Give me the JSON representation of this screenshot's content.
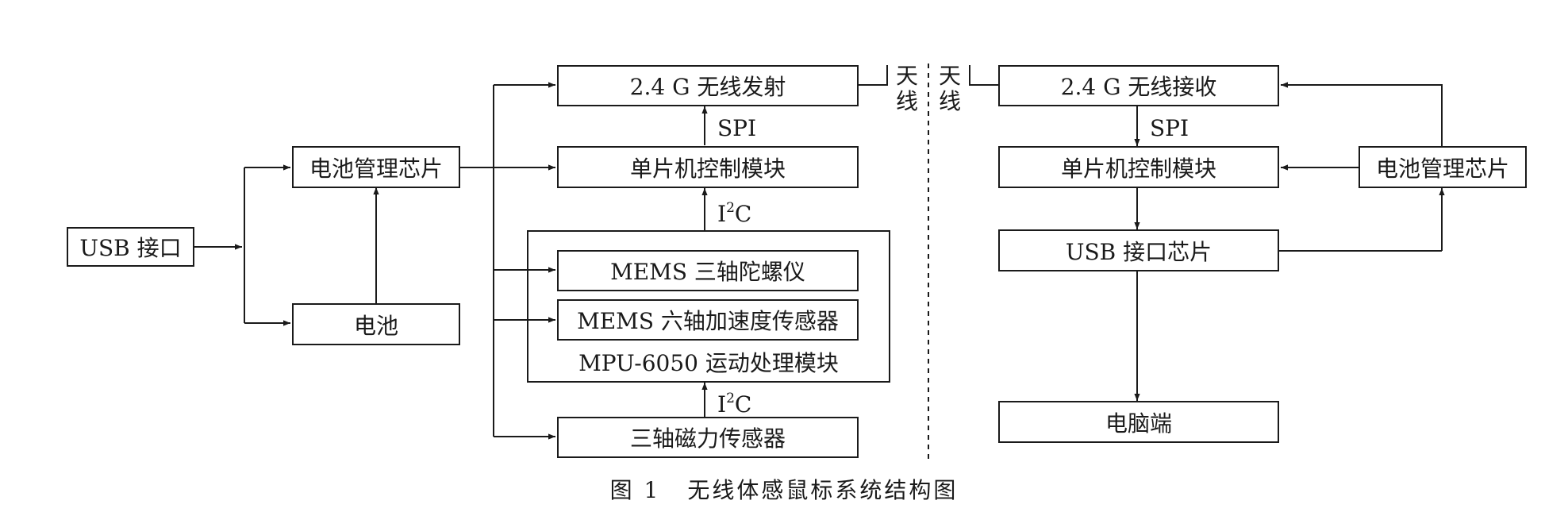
{
  "left": {
    "usb_port": "USB 接口",
    "battery_mgmt": "电池管理芯片",
    "battery": "电池",
    "wireless_tx": "2.4 G 无线发射",
    "mcu": "单片机控制模块",
    "gyro": "MEMS 三轴陀螺仪",
    "accel": "MEMS 六轴加速度传感器",
    "mpu_module": "MPU-6050 运动处理模块",
    "magnetometer": "三轴磁力传感器",
    "antenna": "天线"
  },
  "right": {
    "wireless_rx": "2.4 G 无线接收",
    "mcu": "单片机控制模块",
    "battery_mgmt": "电池管理芯片",
    "usb_chip": "USB 接口芯片",
    "pc": "电脑端",
    "antenna": "天线"
  },
  "labels": {
    "spi": "SPI",
    "i2c_top_letter": "I",
    "i2c_top_sup": "2",
    "i2c_top_tail": "C",
    "i2c_bottom_letter": "I",
    "i2c_bottom_sup": "2",
    "i2c_bottom_tail": "C"
  },
  "caption": {
    "figure_number": "图 1",
    "title": "无线体感鼠标系统结构图"
  }
}
